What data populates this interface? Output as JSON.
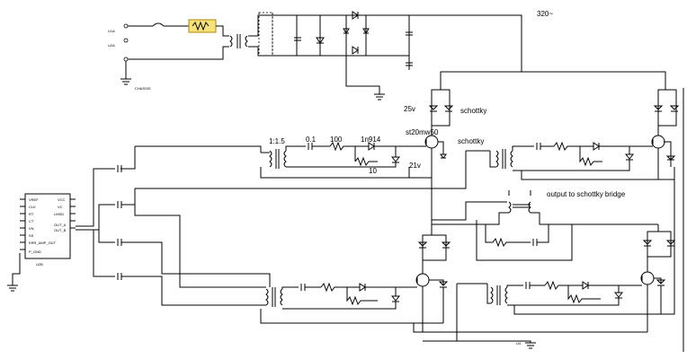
{
  "labels": {
    "voltage_rail": "320~",
    "voltage_25v": "25v",
    "schottky_top": "schottky",
    "schottky_mid": "schottky",
    "part_st20": "st20mw50",
    "turns_ratio": "1:1.5",
    "cap_value": "0.1",
    "res_100": "100",
    "diode_1n914": "1n914",
    "res_10": "10",
    "zener_21v": "21v",
    "output_note": "output to schottky bridge"
  }
}
